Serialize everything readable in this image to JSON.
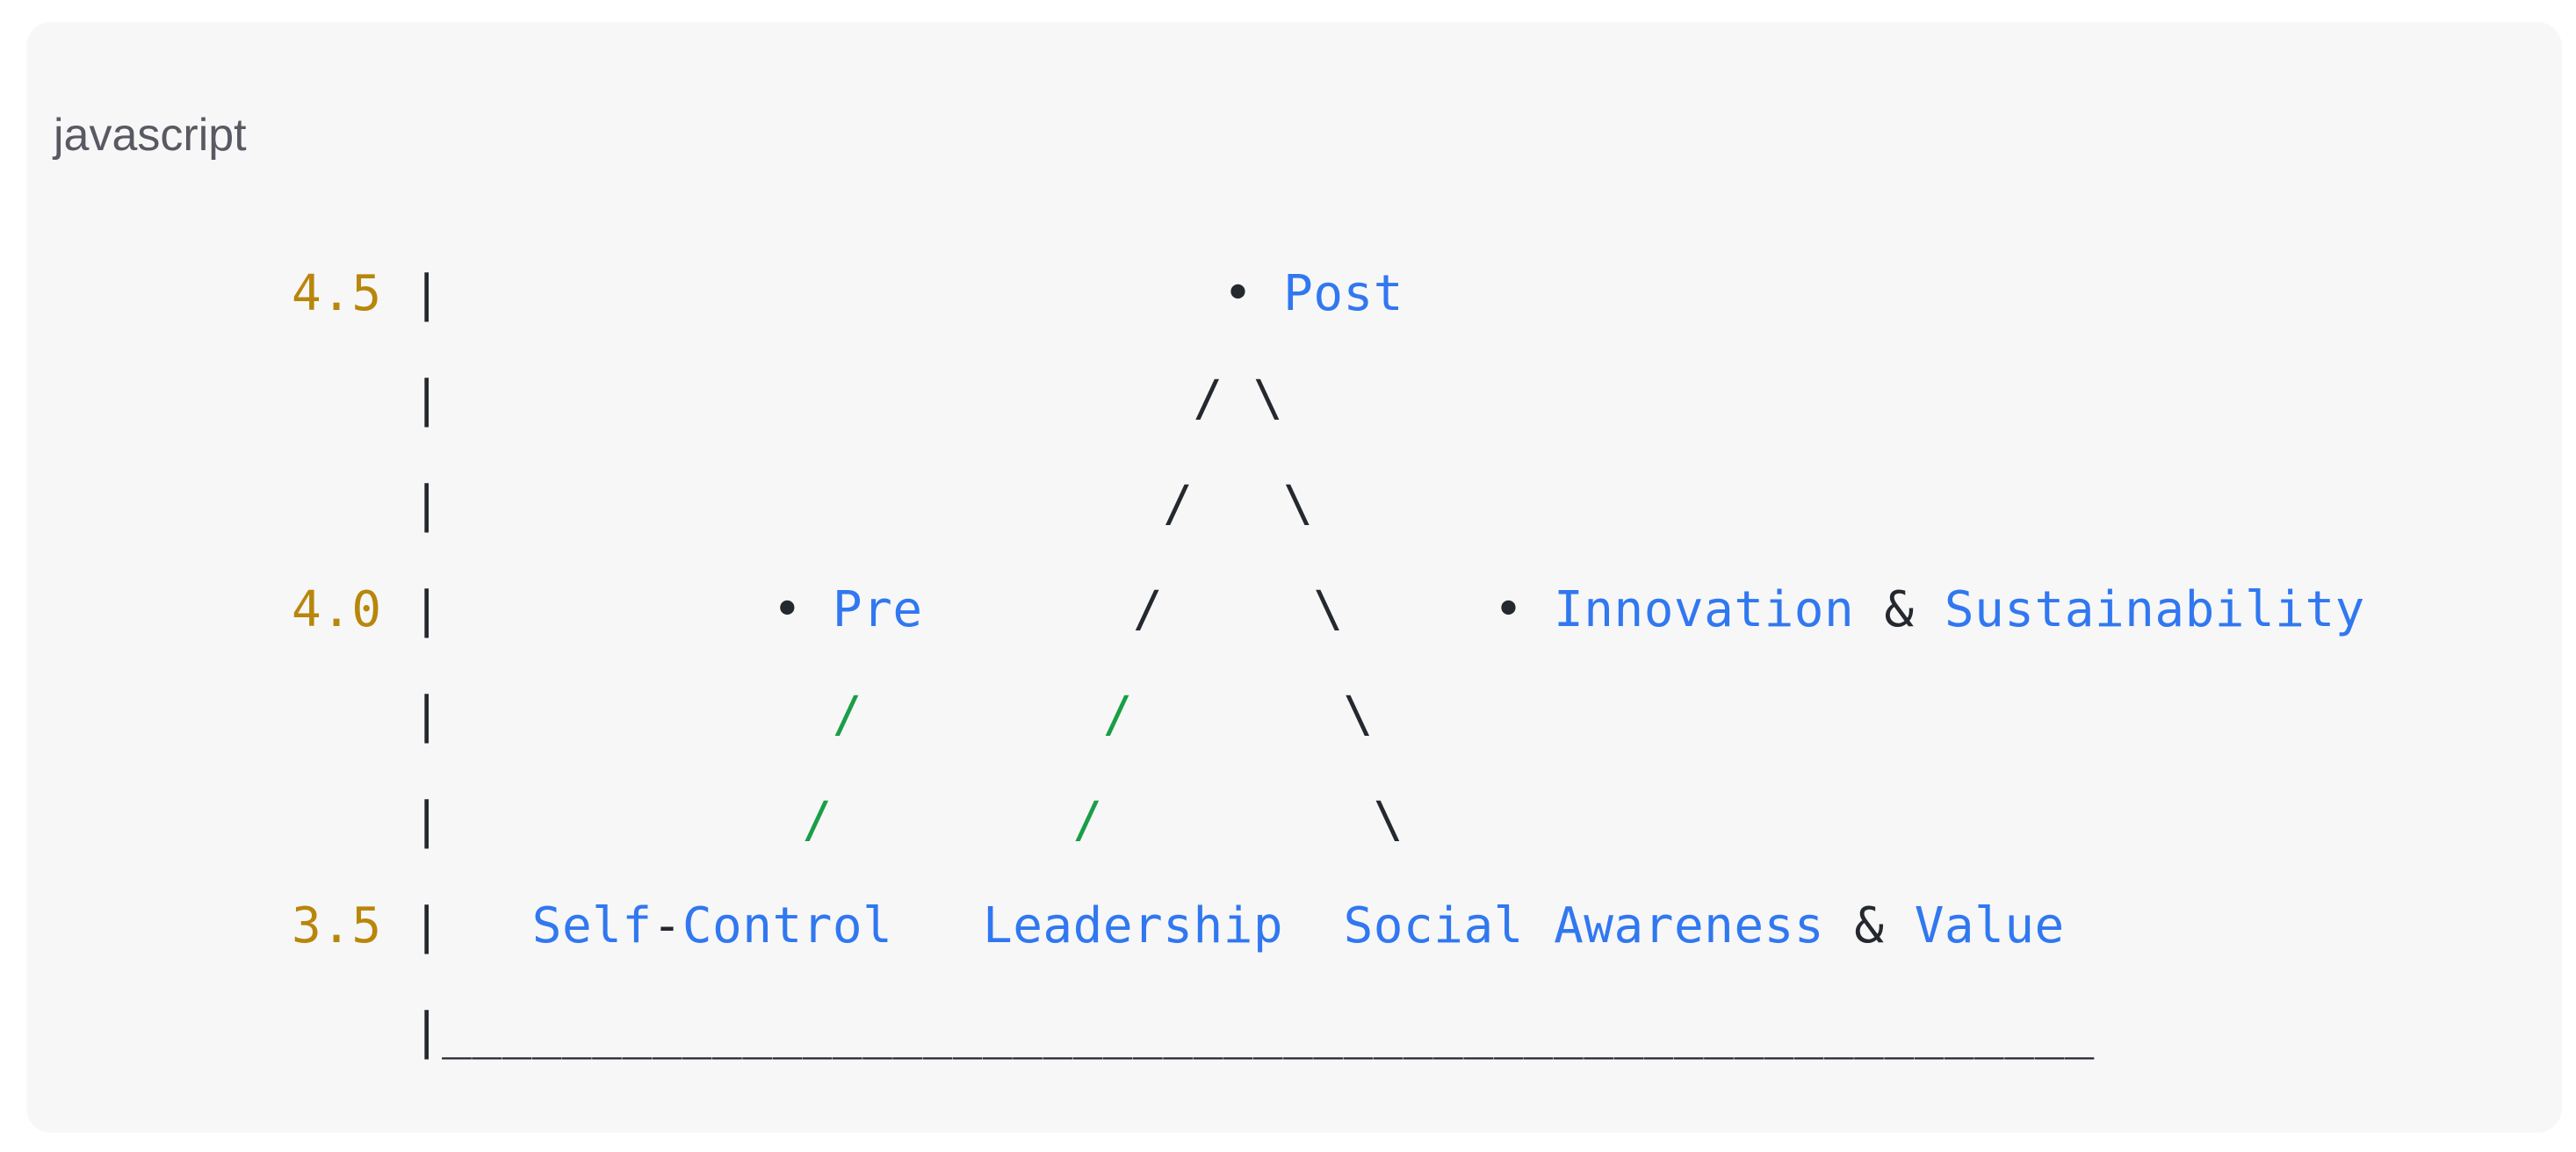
{
  "code_block": {
    "language_label": "javascript",
    "label_color": "#595963",
    "background": "#f7f7f8",
    "colors": {
      "number": "#b8860b",
      "plain": "#24292f",
      "identifier": "#3178f0",
      "green": "#1a9e47"
    },
    "lines": [
      {
        "segments": [
          {
            "text": "4.5",
            "color": "number"
          },
          {
            "text": " |                          • ",
            "color": "plain"
          },
          {
            "text": "Post",
            "color": "identifier"
          }
        ]
      },
      {
        "segments": [
          {
            "text": "    |                         / \\",
            "color": "plain"
          }
        ]
      },
      {
        "segments": [
          {
            "text": "    |                        /   \\",
            "color": "plain"
          }
        ]
      },
      {
        "segments": [
          {
            "text": "4.0",
            "color": "number"
          },
          {
            "text": " |           • ",
            "color": "plain"
          },
          {
            "text": "Pre",
            "color": "identifier"
          },
          {
            "text": "       /     \\     • ",
            "color": "plain"
          },
          {
            "text": "Innovation",
            "color": "identifier"
          },
          {
            "text": " & ",
            "color": "plain"
          },
          {
            "text": "Sustainability",
            "color": "identifier"
          }
        ]
      },
      {
        "segments": [
          {
            "text": "    |             ",
            "color": "plain"
          },
          {
            "text": "/",
            "color": "green"
          },
          {
            "text": "        ",
            "color": "plain"
          },
          {
            "text": "/",
            "color": "green"
          },
          {
            "text": "       \\",
            "color": "plain"
          }
        ]
      },
      {
        "segments": [
          {
            "text": "    |            ",
            "color": "plain"
          },
          {
            "text": "/",
            "color": "green"
          },
          {
            "text": "        ",
            "color": "plain"
          },
          {
            "text": "/",
            "color": "green"
          },
          {
            "text": "         \\",
            "color": "plain"
          }
        ]
      },
      {
        "segments": [
          {
            "text": "3.5",
            "color": "number"
          },
          {
            "text": " |   ",
            "color": "plain"
          },
          {
            "text": "Self",
            "color": "identifier"
          },
          {
            "text": "-",
            "color": "plain"
          },
          {
            "text": "Control",
            "color": "identifier"
          },
          {
            "text": "   ",
            "color": "plain"
          },
          {
            "text": "Leadership",
            "color": "identifier"
          },
          {
            "text": "  ",
            "color": "plain"
          },
          {
            "text": "Social",
            "color": "identifier"
          },
          {
            "text": " ",
            "color": "plain"
          },
          {
            "text": "Awareness",
            "color": "identifier"
          },
          {
            "text": " & ",
            "color": "plain"
          },
          {
            "text": "Value",
            "color": "identifier"
          }
        ]
      },
      {
        "segments": [
          {
            "text": "    |_______________________________________________________",
            "color": "plain"
          }
        ]
      }
    ]
  },
  "chart_data": {
    "type": "scatter",
    "title": "",
    "xlabel": "",
    "ylabel": "",
    "ylim": [
      3.5,
      4.5
    ],
    "yticks": [
      "4.5",
      "4.0",
      "3.5"
    ],
    "grid": false,
    "legend_position": "none",
    "points": [
      {
        "label": "Post",
        "value": 4.5,
        "marker": "•"
      },
      {
        "label": "Pre",
        "value": 4.0,
        "marker": "•"
      },
      {
        "label": "Innovation & Sustainability",
        "value": 4.0,
        "marker": "•"
      }
    ],
    "baseline_value": 3.5,
    "baseline_labels": [
      "Self-Control",
      "Leadership",
      "Social Awareness & Value"
    ],
    "connectors": [
      {
        "from": "Self-Control",
        "to": "Pre",
        "color": "#1a9e47"
      },
      {
        "from": "Leadership",
        "to": "Post",
        "color": "#1a9e47"
      },
      {
        "from": "Social Awareness & Value",
        "to": "Post",
        "color": "#24292f"
      }
    ]
  }
}
